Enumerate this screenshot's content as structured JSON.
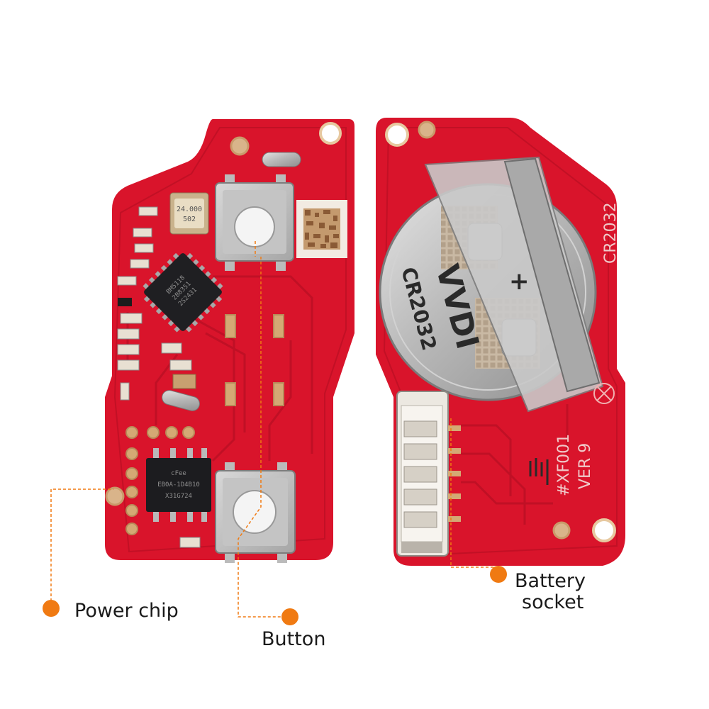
{
  "callouts": {
    "power_chip": "Power chip",
    "button": "Button",
    "battery_socket_line1": "Battery",
    "battery_socket_line2": "socket"
  },
  "board_left": {
    "crystal_line1": "24.000",
    "crystal_line2": "502",
    "mcu_line1": "BM5118",
    "mcu_line2": "2B8351",
    "mcu_line3": "2S2431",
    "power_chip_line1": "cFee",
    "power_chip_line2": "EB0A-1D4B10",
    "power_chip_line3": "X31G724"
  },
  "board_right": {
    "battery_type": "CR2032",
    "clip_logo": "VVDI",
    "clip_model": "CR2032",
    "board_id": "#XF001",
    "version": "VER 9"
  },
  "colors": {
    "pcb_red": "#d9142b",
    "callout_orange": "#f07a12",
    "metal": "#b8b8b8"
  }
}
